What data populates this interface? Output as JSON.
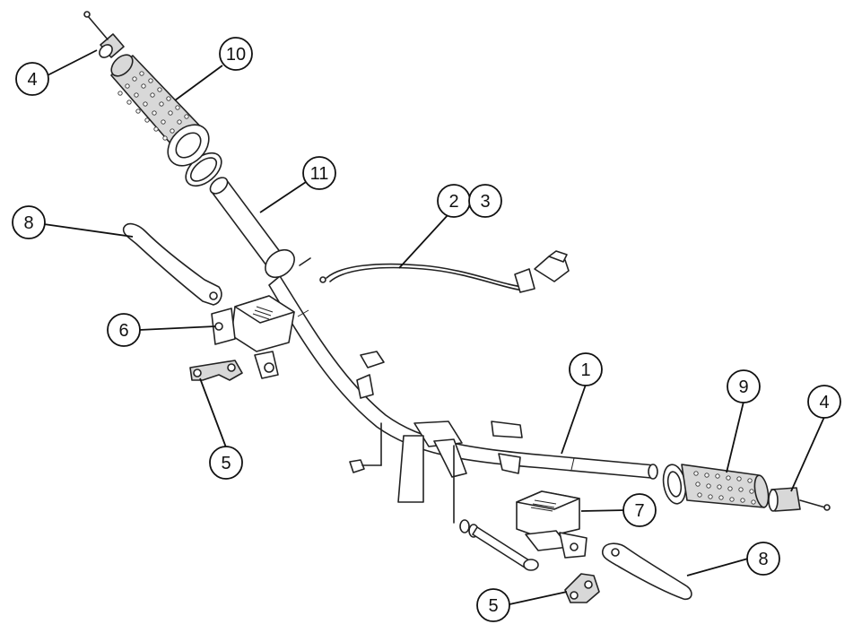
{
  "callouts": {
    "c1": "1",
    "c2": "2",
    "c3": "3",
    "c4a": "4",
    "c4b": "4",
    "c5a": "5",
    "c5b": "5",
    "c6": "6",
    "c7": "7",
    "c8a": "8",
    "c8b": "8",
    "c9": "9",
    "c10": "10",
    "c11": "11"
  }
}
